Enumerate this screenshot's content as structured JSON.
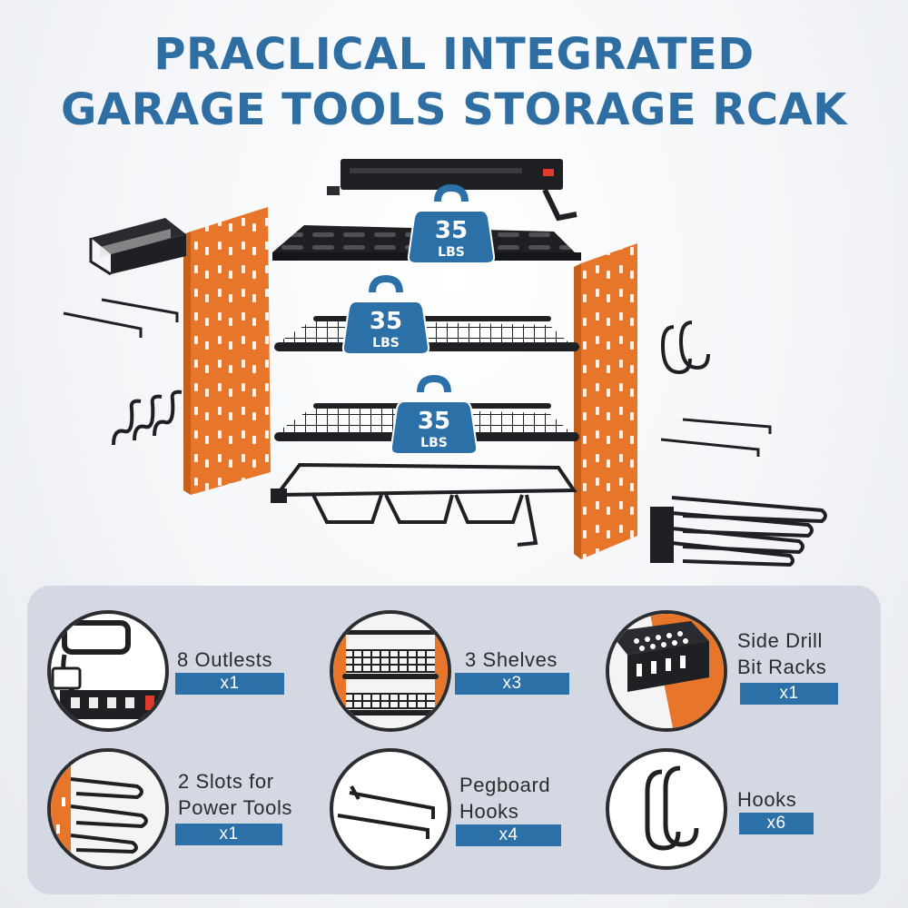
{
  "title": {
    "line1": "PRACLICAL INTEGRATED",
    "line2": "GARAGE TOOLS STORAGE RCAK"
  },
  "load_badges": [
    {
      "value": "35",
      "unit": "LBS"
    },
    {
      "value": "35",
      "unit": "LBS"
    },
    {
      "value": "35",
      "unit": "LBS"
    }
  ],
  "features": [
    {
      "label_line1": "8 Outlests",
      "label_line2": "",
      "quantity": "x1",
      "icon": "power-strip-icon"
    },
    {
      "label_line1": "3 Shelves",
      "label_line2": "",
      "quantity": "x3",
      "icon": "wire-shelf-icon"
    },
    {
      "label_line1": "Side Drill",
      "label_line2": "Bit Racks",
      "quantity": "x1",
      "icon": "drill-bit-rack-icon"
    },
    {
      "label_line1": "2 Slots for",
      "label_line2": "Power Tools",
      "quantity": "x1",
      "icon": "tool-slot-icon"
    },
    {
      "label_line1": "Pegboard",
      "label_line2": "Hooks",
      "quantity": "x4",
      "icon": "pegboard-hook-icon"
    },
    {
      "label_line1": "Hooks",
      "label_line2": "",
      "quantity": "x6",
      "icon": "s-hook-icon"
    }
  ],
  "colors": {
    "title_blue": "#2f6ea3",
    "badge_blue": "#2c70a8",
    "pegboard_orange": "#e8762a",
    "metal_black": "#1f2024",
    "panel_gray": "#d3d8e2"
  }
}
